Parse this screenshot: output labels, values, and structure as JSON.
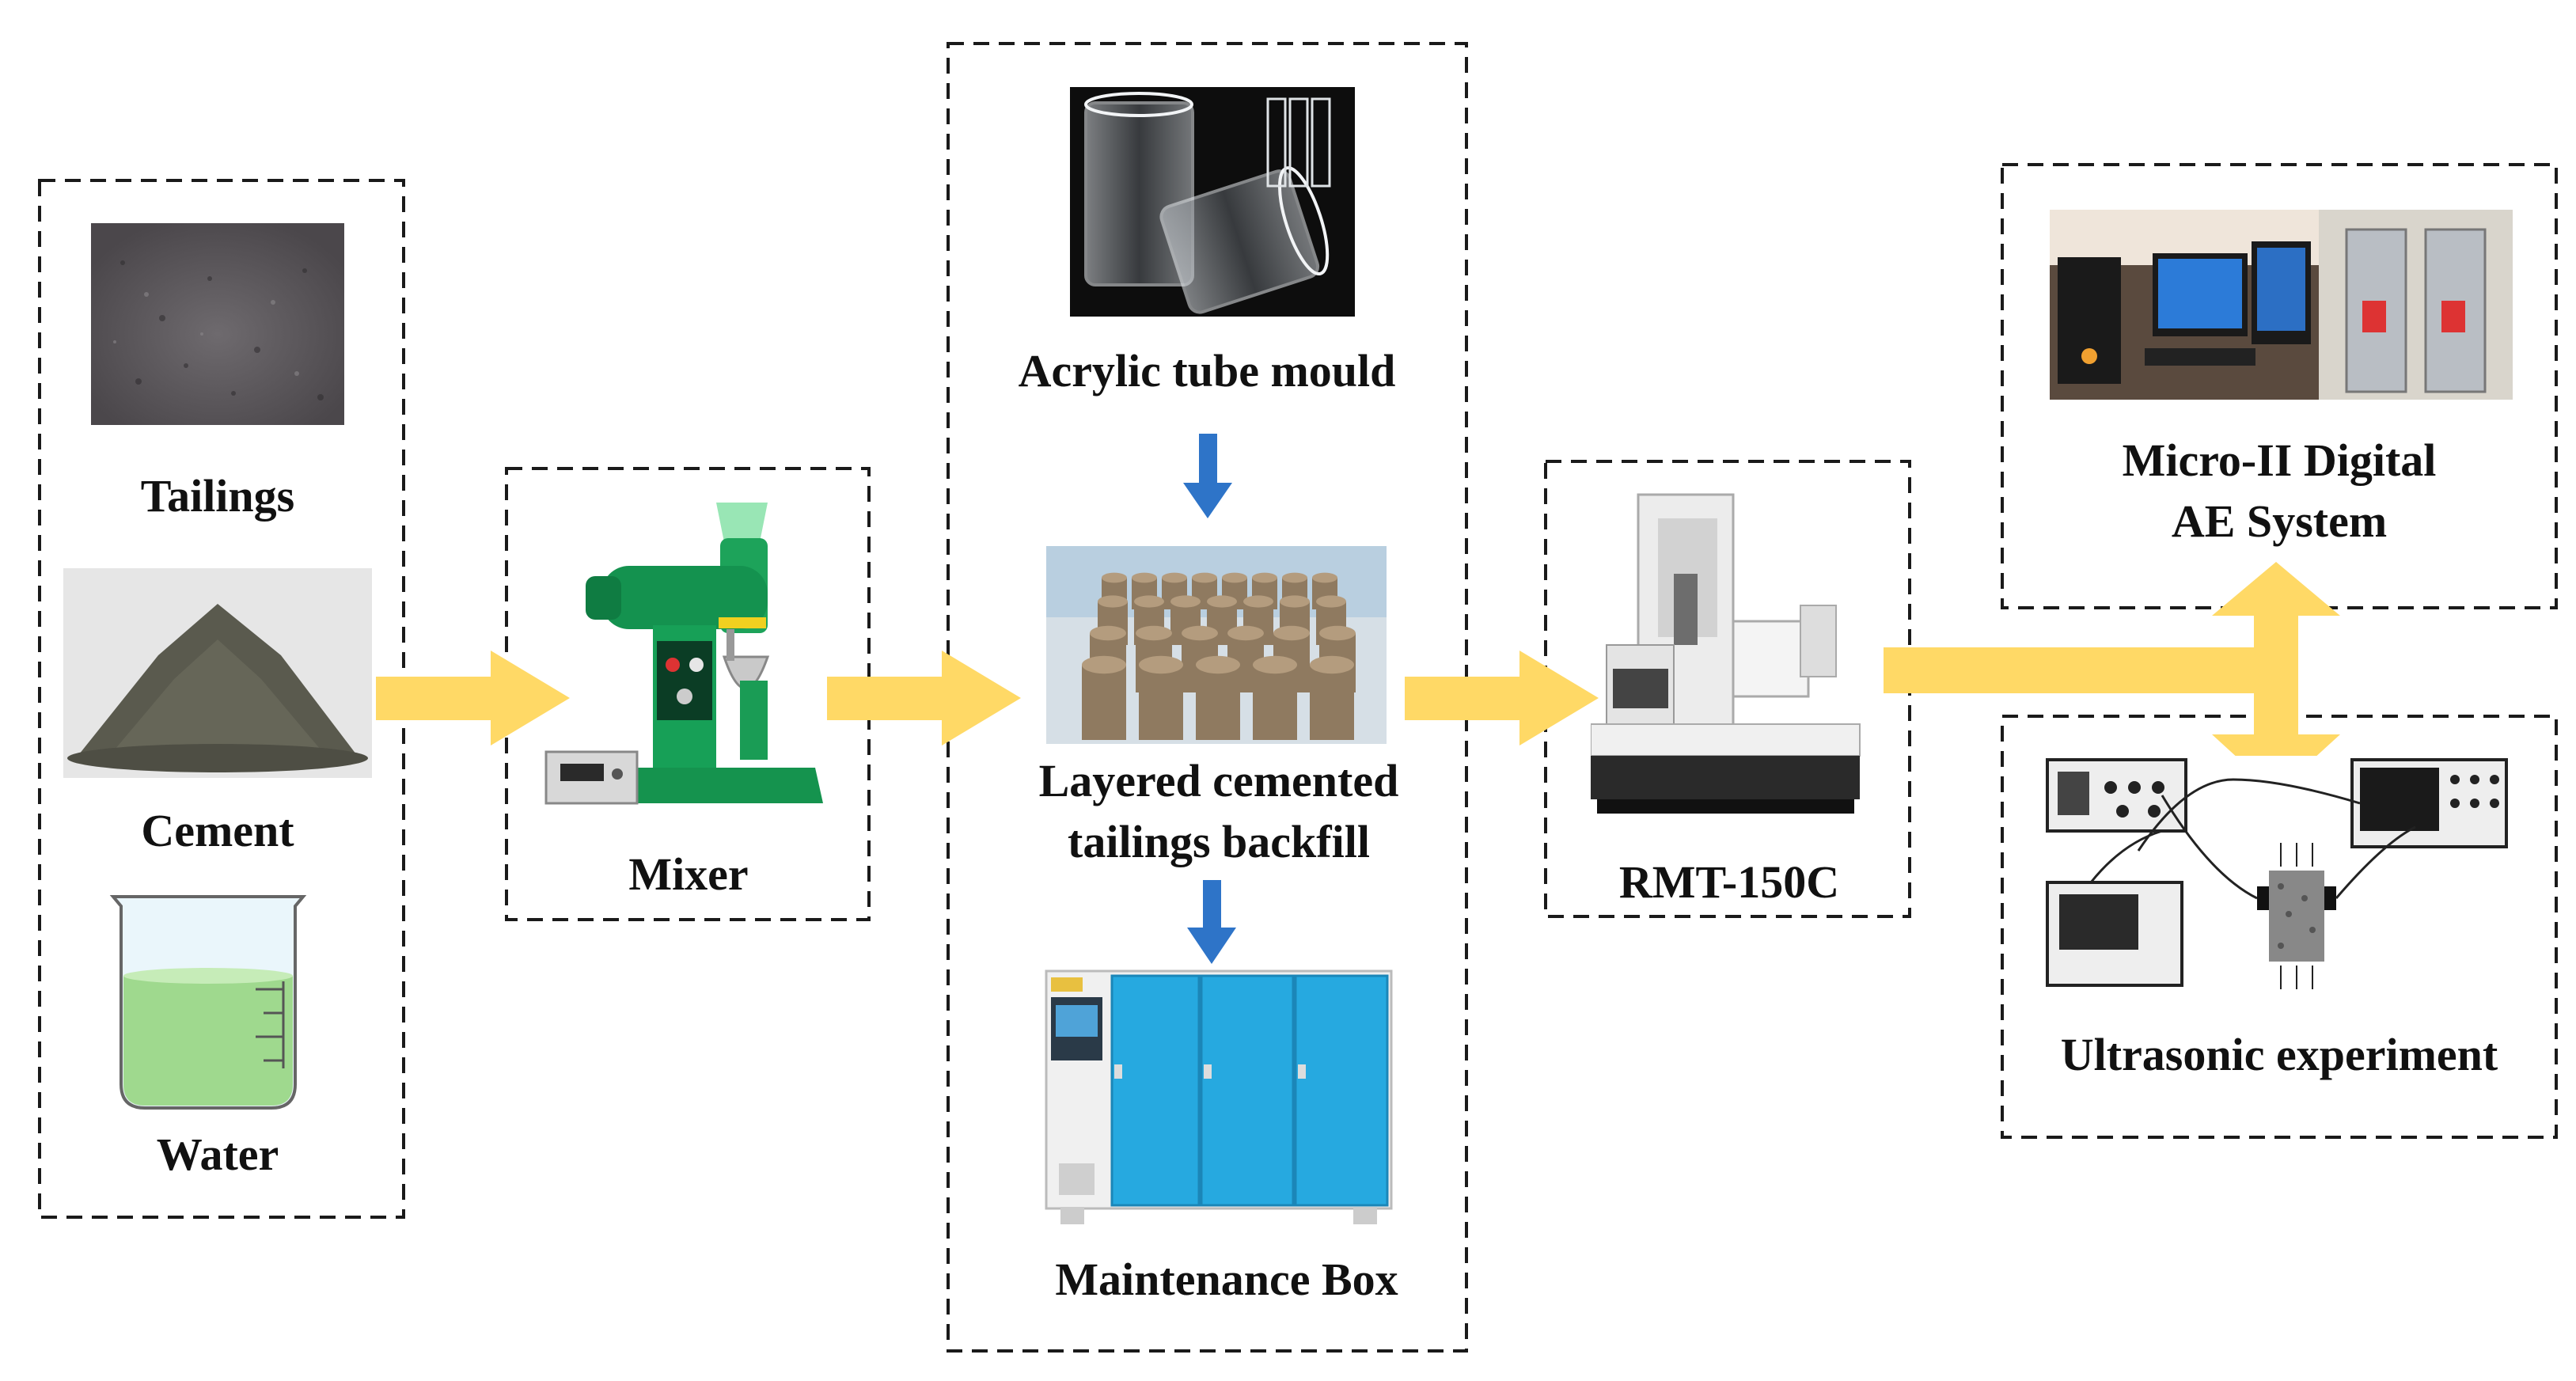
{
  "colors": {
    "flow_arrow": "#FFD966",
    "down_arrow": "#2E74C8",
    "border": "#1a1a1a"
  },
  "materials": {
    "tailings": "Tailings",
    "cement": "Cement",
    "water": "Water"
  },
  "mixer": {
    "label": "Mixer"
  },
  "casting": {
    "mould": "Acrylic tube mould",
    "backfill_line1": "Layered cemented",
    "backfill_line2": "tailings backfill",
    "box": "Maintenance Box"
  },
  "press": {
    "label": "RMT-150C"
  },
  "ae": {
    "line1": "Micro-II Digital",
    "line2": "AE System"
  },
  "ultrasonic": {
    "label": "Ultrasonic experiment"
  },
  "icons": [
    "tailings-pile-icon",
    "cement-pile-icon",
    "water-beaker-icon",
    "mixer-machine-icon",
    "acrylic-tubes-icon",
    "backfill-specimens-icon",
    "curing-cabinet-icon",
    "rmt-press-icon",
    "ae-system-icon",
    "ultrasonic-setup-icon"
  ]
}
